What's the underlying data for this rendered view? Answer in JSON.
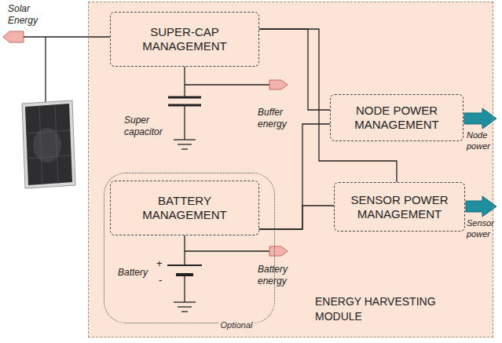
{
  "diagram": {
    "nodes": [
      {
        "text": [
          "ENERGY HARVESTING MODULE"
        ]
      },
      {
        "text": [
          "SUPER-CAP MANAGEMENT"
        ],
        "in": 0
      },
      {
        "text": [
          "NODE POWER MANAGEMENT"
        ],
        "in": 0
      },
      {
        "text": [
          "Optional"
        ],
        "in": 0
      },
      {
        "text": [
          "BATTERY MANAGEMENT"
        ],
        "in": 3
      },
      {
        "text": [
          "SENSOR POWER MANAGEMENT"
        ],
        "in": 0
      }
    ],
    "edges": [
      {
        "from": 1,
        "to": 2,
        "arrow": "none"
      },
      {
        "from": 1,
        "to": 5,
        "arrow": "none"
      },
      {
        "from": 4,
        "to": 2,
        "arrow": "none"
      },
      {
        "from": 4,
        "to": 5,
        "arrow": "none"
      }
    ],
    "labels": [
      "Solar Energy",
      "Super capacitor",
      "Buffer energy",
      "Battery",
      "+",
      "-",
      "Battery energy",
      "Node power",
      "Sensor power"
    ]
  }
}
